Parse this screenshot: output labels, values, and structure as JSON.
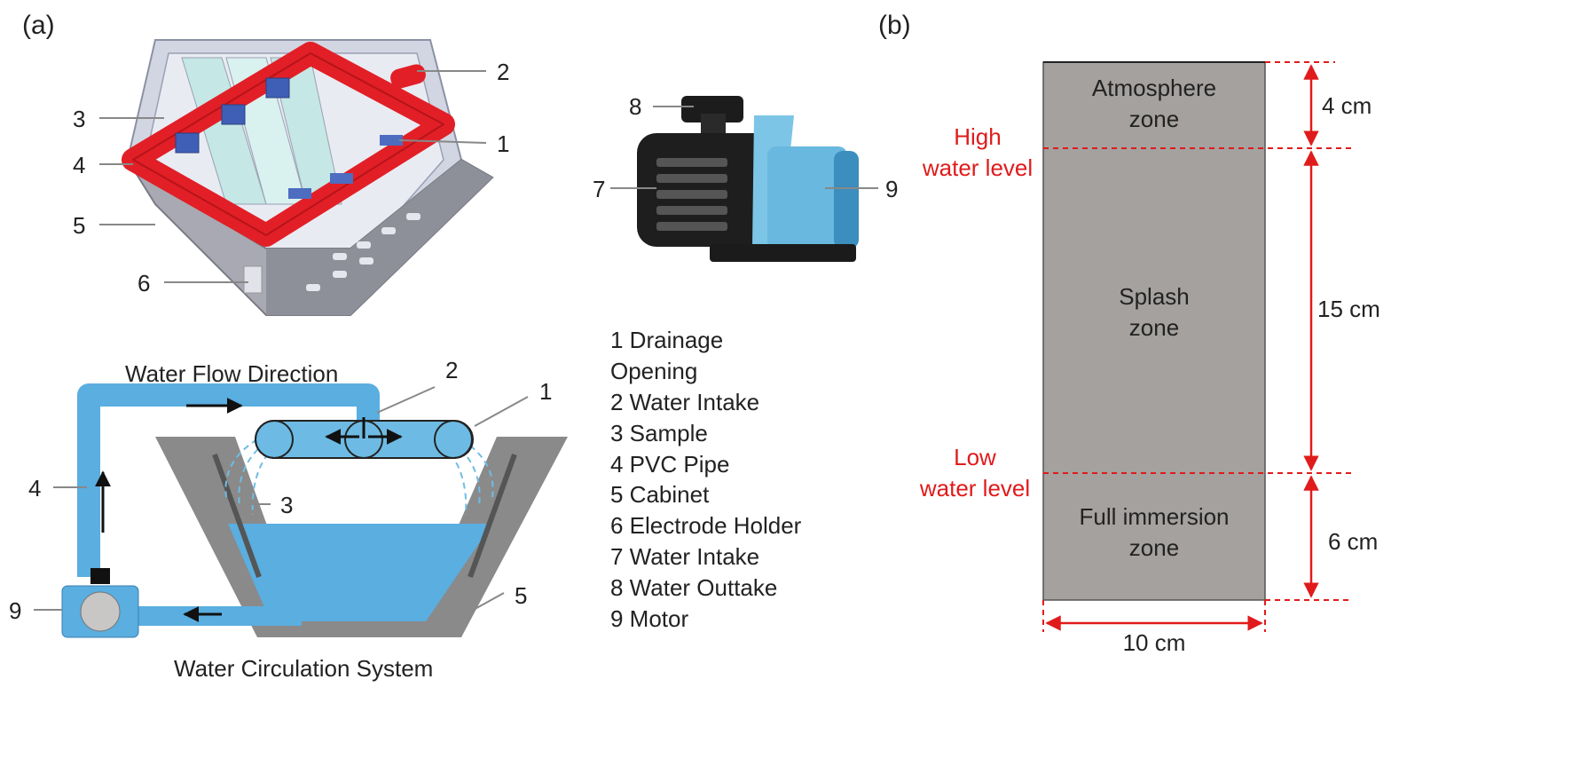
{
  "panel_a": {
    "label": "(a)",
    "top_callouts": [
      "1",
      "2",
      "3",
      "4",
      "5",
      "6"
    ],
    "pump_callouts": [
      "7",
      "8",
      "9"
    ],
    "flow_title": "Water Flow Direction",
    "flow_callouts": [
      "1",
      "2",
      "3",
      "4",
      "5",
      "9"
    ],
    "system_title": "Water Circulation System",
    "legend": [
      "1 Drainage",
      "Opening",
      "2 Water Intake",
      "3 Sample",
      "4 PVC Pipe",
      "5 Cabinet",
      "6 Electrode Holder",
      "7 Water Intake",
      "8 Water Outtake",
      "9 Motor"
    ]
  },
  "panel_b": {
    "label": "(b)",
    "zones": {
      "atmosphere": [
        "Atmosphere",
        "zone"
      ],
      "splash": [
        "Splash",
        "zone"
      ],
      "immersion": [
        "Full immersion",
        "zone"
      ]
    },
    "levels": {
      "high": [
        "High",
        "water level"
      ],
      "low": [
        "Low",
        "water level"
      ]
    },
    "dimensions": {
      "atmosphere": "4 cm",
      "splash": "15 cm",
      "immersion": "6 cm",
      "width": "10 cm"
    },
    "colors": {
      "zone_fill": "#a4a19f",
      "level_line": "#e01b1b",
      "pipe": "#e21f26",
      "water": "#5aaee0"
    }
  }
}
